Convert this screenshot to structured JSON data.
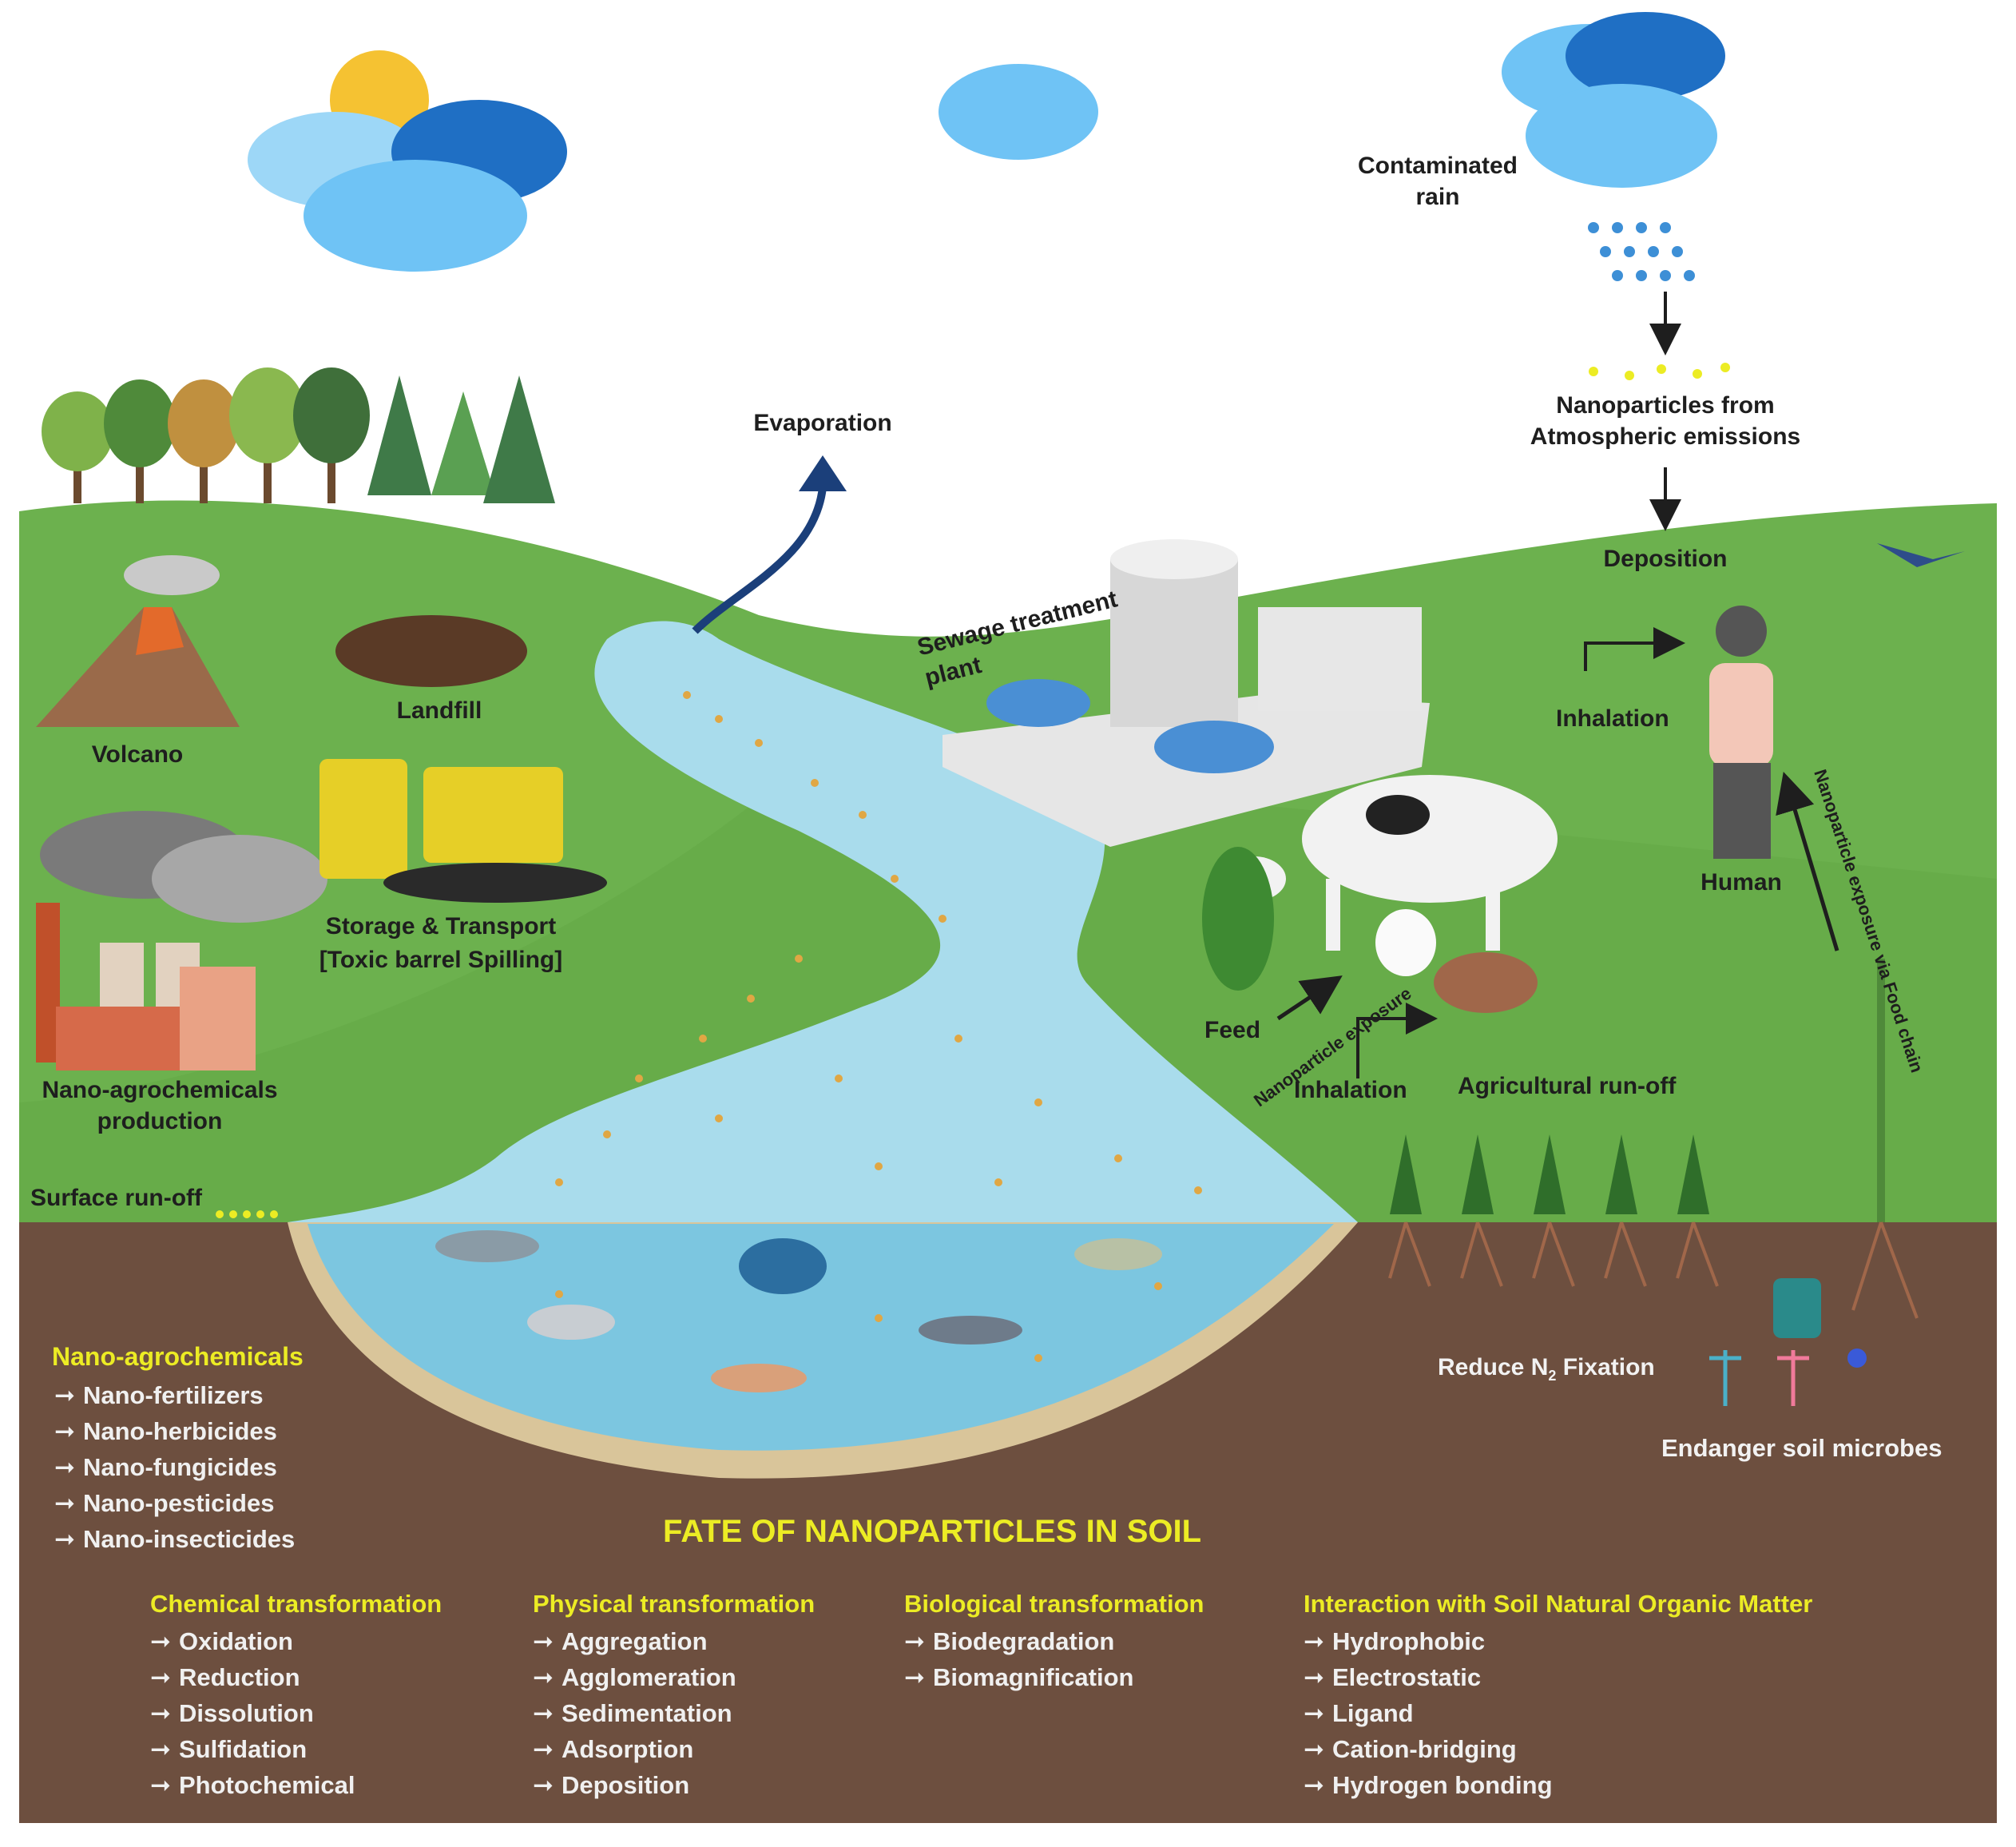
{
  "labels": {
    "evaporation": "Evaporation",
    "contaminated_rain": "Contaminated rain",
    "nanoparticles_atmospheric": "Nanoparticles from Atmospheric emissions",
    "deposition": "Deposition",
    "sewage_plant": "Sewage treatment plant",
    "landfill": "Landfill",
    "volcano": "Volcano",
    "storage_transport": "Storage & Transport",
    "toxic_barrel": "[Toxic barrel Spilling]",
    "nano_agro_production": "Nano-agrochemicals production",
    "surface_runoff": "Surface run-off",
    "inhalation_human": "Inhalation",
    "human": "Human",
    "food_chain": "Nanoparticle exposure via Food chain",
    "feed": "Feed",
    "np_exposure": "Nanoparticle exposure",
    "inhalation_animals": "Inhalation",
    "agri_runoff": "Agricultural run-off",
    "reduce_n2": "Reduce N",
    "reduce_n2_sub": "2",
    "reduce_n2_tail": " Fixation",
    "endanger_microbes": "Endanger soil microbes"
  },
  "nano_agrochemicals": {
    "heading": "Nano-agrochemicals",
    "items": [
      "Nano-fertilizers",
      "Nano-herbicides",
      "Nano-fungicides",
      "Nano-pesticides",
      "Nano-insecticides"
    ]
  },
  "fate": {
    "title": "FATE OF NANOPARTICLES IN SOIL",
    "columns": [
      {
        "heading": "Chemical transformation",
        "items": [
          "Oxidation",
          "Reduction",
          "Dissolution",
          "Sulfidation",
          "Photochemical"
        ]
      },
      {
        "heading": "Physical transformation",
        "items": [
          "Aggregation",
          "Agglomeration",
          "Sedimentation",
          "Adsorption",
          "Deposition"
        ]
      },
      {
        "heading": "Biological transformation",
        "items": [
          "Biodegradation",
          "Biomagnification"
        ]
      },
      {
        "heading": "Interaction with Soil Natural Organic Matter",
        "items": [
          "Hydrophobic",
          "Electrostatic",
          "Ligand",
          "Cation-bridging",
          "Hydrogen bonding"
        ]
      }
    ]
  },
  "arrow_glyph": "➞",
  "colors": {
    "sky": "#ffffff",
    "grass": "#6cb14e",
    "soil": "#6d4f3f",
    "river": "#a9dcec",
    "lake": "#7cc6e0",
    "accent_yellow": "#ecec24",
    "cloud_dark": "#1f6fc4",
    "cloud_light": "#6fc3f5"
  }
}
